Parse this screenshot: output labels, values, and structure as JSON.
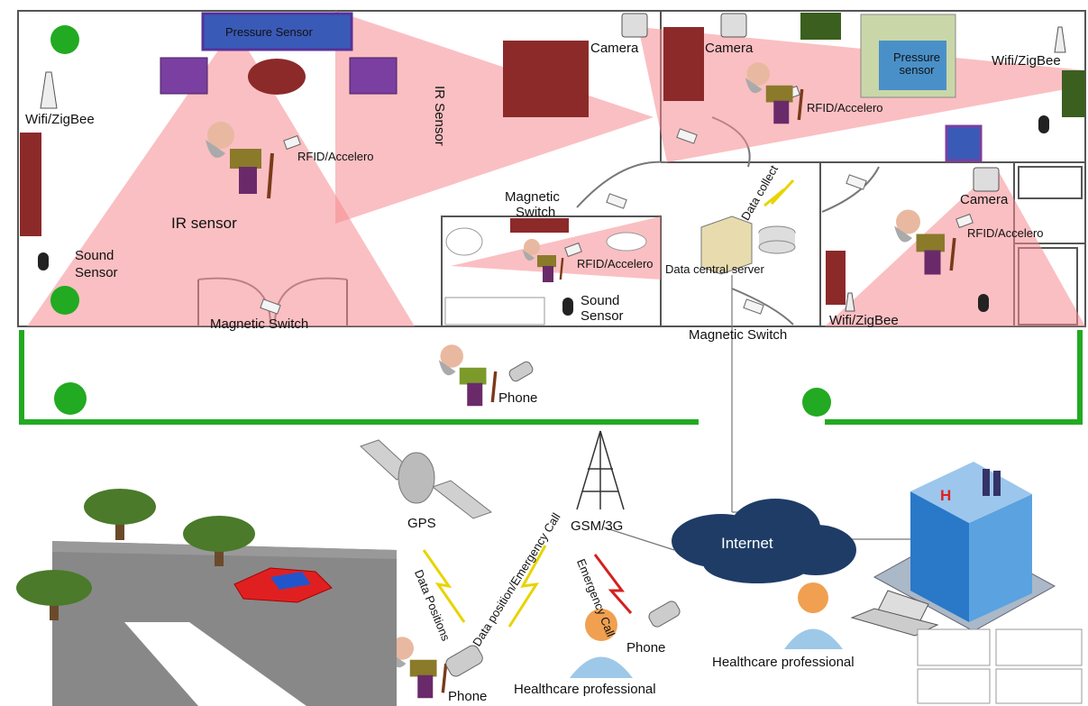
{
  "labels": {
    "pressure_sensor_top": "Pressure Sensor",
    "camera_1": "Camera",
    "camera_2": "Camera",
    "camera_3": "Camera",
    "wifi_1": "Wifi/ZigBee",
    "wifi_2": "Wifi/ZigBee",
    "wifi_3": "Wifi/ZigBee",
    "ir_sensor_vertical": "IR Sensor",
    "ir_sensor": "IR sensor",
    "rfid_1": "RFID/Accelero",
    "rfid_2": "RFID/Accelero",
    "rfid_3": "RFID/Accelero",
    "rfid_4": "RFID/Accelero",
    "pressure_sensor_bed_line1": "Pressure",
    "pressure_sensor_bed_line2": "sensor",
    "sound_sensor_1_line1": "Sound",
    "sound_sensor_1_line2": "Sensor",
    "sound_sensor_2_line1": "Sound",
    "sound_sensor_2_line2": "Sensor",
    "magnetic_switch_1_line1": "Magnetic",
    "magnetic_switch_1_line2": "Switch",
    "magnetic_switch_2": "Magnetic Switch",
    "magnetic_switch_3": "Magnetic Switch",
    "data_collect": "Data collect",
    "data_central_server": "Data central server",
    "phone_1": "Phone",
    "phone_2": "Phone",
    "phone_3": "Phone",
    "gps": "GPS",
    "gsm": "GSM/3G",
    "internet": "Internet",
    "data_positions": "Data Positions",
    "data_position_emergency": "Data position/Emergency Call",
    "emergency_call": "Emergency Call",
    "healthcare_1": "Healthcare professional",
    "healthcare_2": "Healthcare professional",
    "hospital_h": "H"
  },
  "colors": {
    "wall": "#555555",
    "coverage": "#f7a8ab",
    "furniture": "#8c2a2a",
    "hedge": "#22aa22",
    "cloud": "#1e3c66",
    "building": "#3d86c6",
    "road": "#888888",
    "car": "#e02020"
  }
}
